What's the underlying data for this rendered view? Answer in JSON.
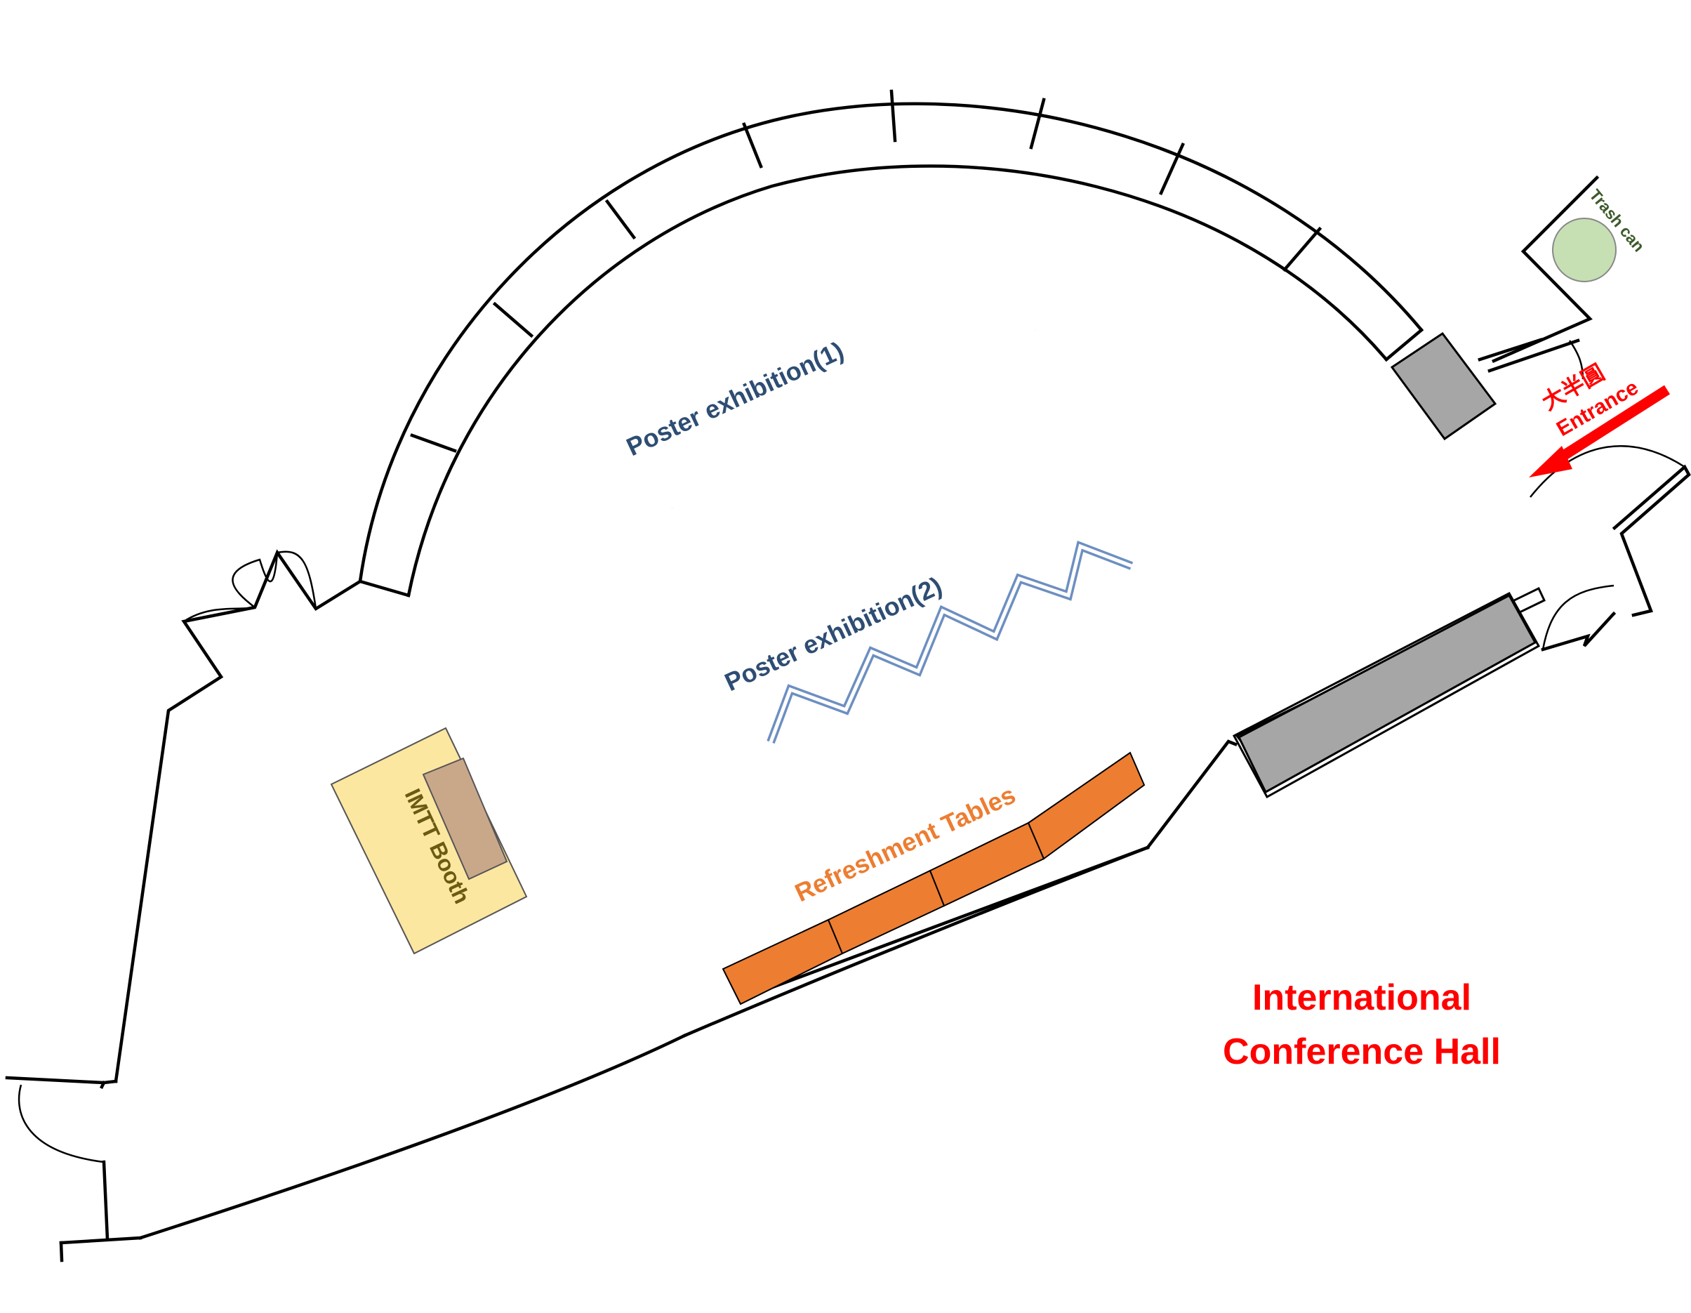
{
  "labels": {
    "poster_1": "Poster exhibition(1)",
    "poster_2": "Poster exhibition(2)",
    "refreshment": "Refreshment Tables",
    "booth": "IMTT Booth",
    "trash": "Trash can",
    "entrance_cn": "大半圓",
    "entrance_en": "Entrance",
    "hall_line1": "International",
    "hall_line2": "Conference Hall"
  },
  "colors": {
    "poster_text": "#2e4d73",
    "poster_panel": "#6d8fc1",
    "refreshment": "#ed7d31",
    "booth_fill": "#fce7a0",
    "booth_inner": "#c9a88a",
    "booth_text": "#6b5a12",
    "trash_fill": "#c6e0b4",
    "trash_text": "#3d5a2a",
    "entrance": "#ff0000",
    "gray_table": "#a6a6a6"
  },
  "icons": [
    "entrance-arrow-icon",
    "trash-can-icon"
  ]
}
